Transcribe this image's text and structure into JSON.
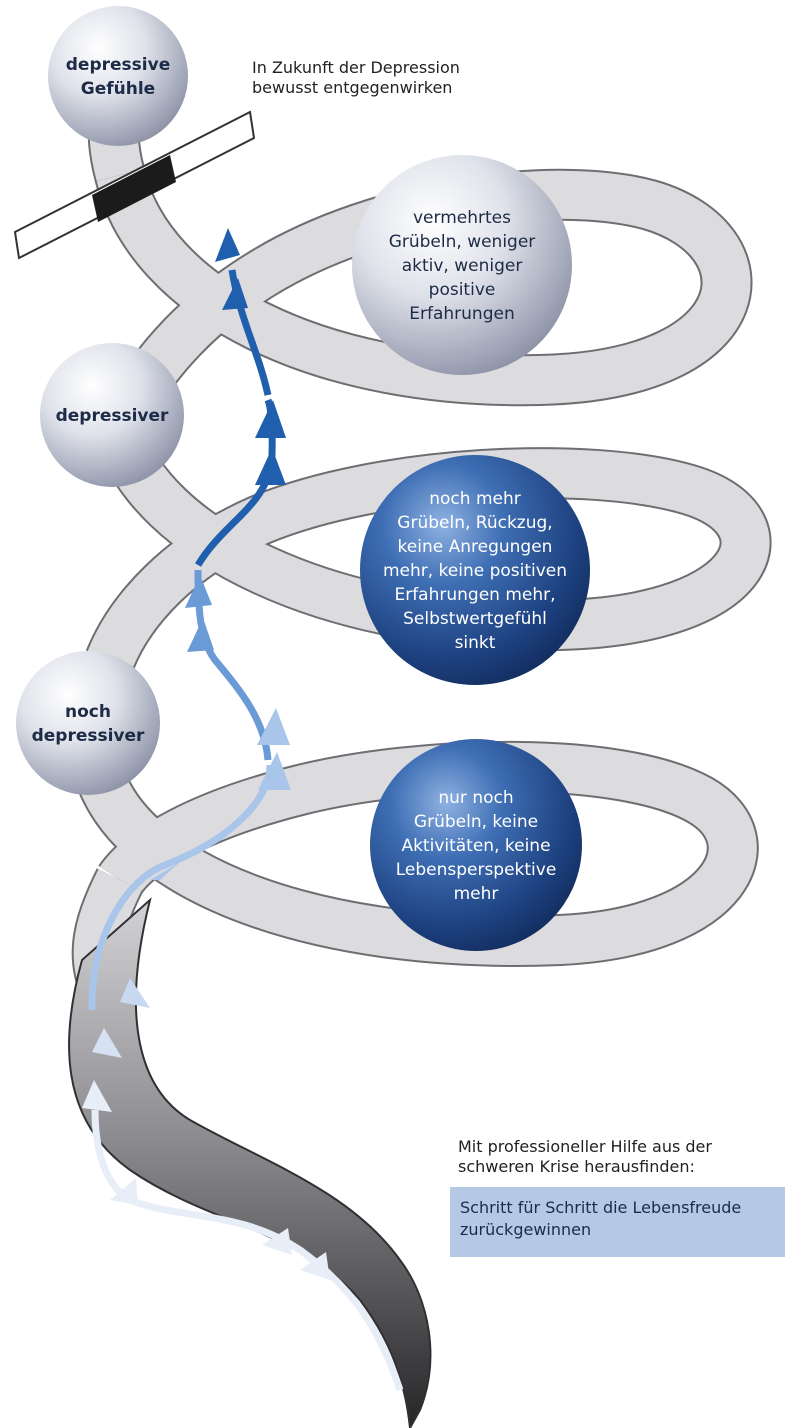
{
  "spiral_labels": [
    {
      "id": "ball-depressive-feelings",
      "lines": [
        "depressive",
        "Gefühle"
      ]
    },
    {
      "id": "ball-more-brooding",
      "lines": [
        "vermehrtes",
        "Grübeln, weniger",
        "aktiv, weniger",
        "positive",
        "Erfahrungen"
      ]
    },
    {
      "id": "ball-more-depressed",
      "lines": [
        "depressiver"
      ]
    },
    {
      "id": "ball-even-more-brooding",
      "lines": [
        "noch mehr",
        "Grübeln, Rückzug,",
        "keine Anregungen",
        "mehr, keine positiven",
        "Erfahrungen mehr,",
        "Selbstwertgefühl",
        "sinkt"
      ]
    },
    {
      "id": "ball-even-more-depressed",
      "lines": [
        "noch",
        "depressiver"
      ]
    },
    {
      "id": "ball-only-brooding",
      "lines": [
        "nur noch",
        "Grübeln, keine",
        "Aktivitäten, keine",
        "Lebensperspektive",
        "mehr"
      ]
    }
  ],
  "notes": {
    "top": [
      "In Zukunft der Depression",
      "bewusst entgegenwirken"
    ],
    "bottom": [
      "Mit professioneller Hilfe aus der",
      "schweren Krise herausfinden:"
    ],
    "step_box": [
      "Schritt für Schritt die Lebensfreude",
      "zurückgewinnen"
    ]
  },
  "colors": {
    "ribbon": "#d9d9dc",
    "ribbon_outline": "#6e6e72",
    "grey_ball": "#c4c8d6",
    "blue_ball": "#2c5596",
    "arrow_dark": "#1f5fae",
    "arrow_mid": "#6a9bd6",
    "arrow_light": "#a9c5ea",
    "step_box": "#b6c9e4"
  }
}
